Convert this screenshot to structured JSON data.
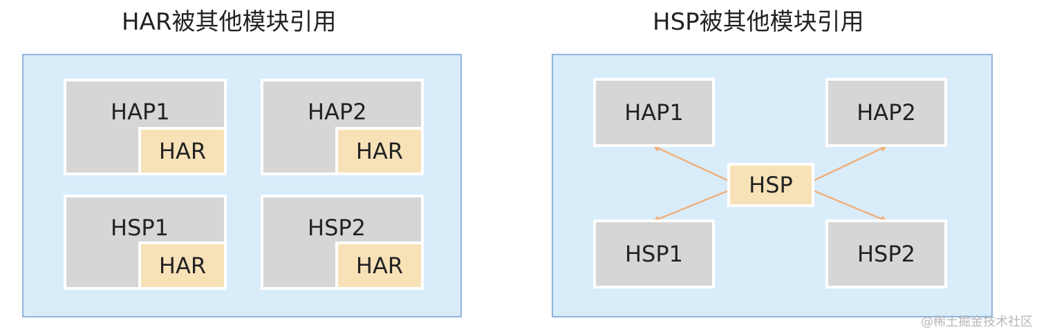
{
  "left_panel": {
    "title": "HAR被其他模块引用",
    "modules": [
      {
        "label": "HAP1",
        "har_label": "HAR"
      },
      {
        "label": "HAP2",
        "har_label": "HAR"
      },
      {
        "label": "HSP1",
        "har_label": "HAR"
      },
      {
        "label": "HSP2",
        "har_label": "HAR"
      }
    ]
  },
  "right_panel": {
    "title": "HSP被其他模块引用",
    "center": "HSP",
    "modules": [
      {
        "label": "HAP1"
      },
      {
        "label": "HAP2"
      },
      {
        "label": "HSP1"
      },
      {
        "label": "HSP2"
      }
    ]
  },
  "watermark": "@稀土掘金技术社区",
  "colors": {
    "panel_fill": "#d9ecfa",
    "panel_border": "#8fb4dd",
    "module_fill": "#d6d6d6",
    "har_fill": "#f7e2b8",
    "arrow": "#f0b07a"
  }
}
